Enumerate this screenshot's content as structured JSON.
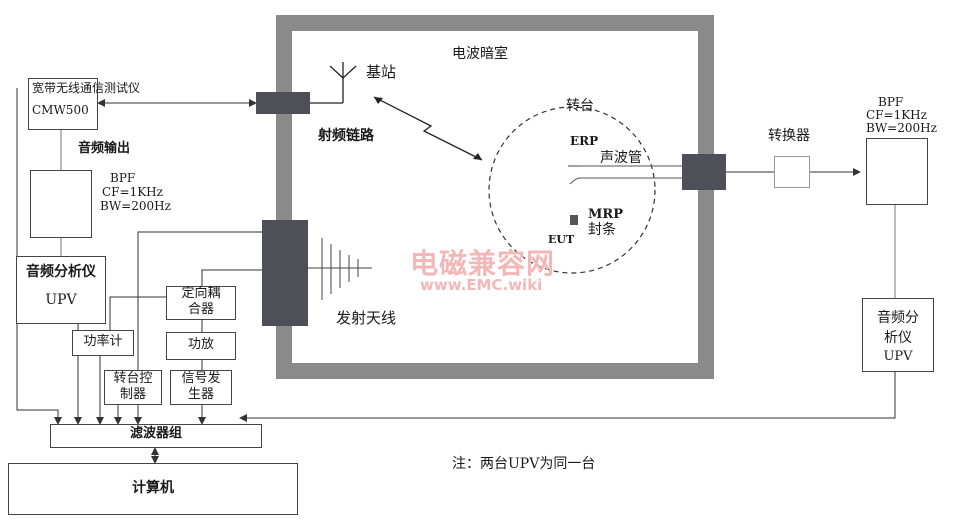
{
  "chamber": {
    "label": "电波暗室"
  },
  "base_station": {
    "label": "基站"
  },
  "rf_link": {
    "label": "射频链路"
  },
  "turntable": {
    "label": "转台"
  },
  "erp": {
    "label": "ERP"
  },
  "acoustic_tube": {
    "label": "声波管"
  },
  "mrp": {
    "label": "MRP"
  },
  "seal": {
    "label": "封条"
  },
  "eut": {
    "label": "EUT"
  },
  "tx_antenna": {
    "label": "发射天线"
  },
  "converter": {
    "label": "转换器"
  },
  "tester": {
    "line1": "宽带无线通信测试仪",
    "line2": "CMW500"
  },
  "audio_output": {
    "label": "音频输出"
  },
  "bpf_left": {
    "line1": "BPF",
    "line2": "CF=1KHz",
    "line3": "BW=200Hz"
  },
  "bpf_right": {
    "line1": "BPF",
    "line2": "CF=1KHz",
    "line3": "BW=200Hz"
  },
  "analyzer_left": {
    "line1": "音频分析仪",
    "line2": "UPV"
  },
  "analyzer_right": {
    "line1": "音频分",
    "line2": "析仪",
    "line3": "UPV"
  },
  "coupler": {
    "line1": "定向耦",
    "line2": "合器"
  },
  "power_meter": {
    "label": "功率计"
  },
  "amplifier": {
    "label": "功放"
  },
  "turntable_ctrl": {
    "line1": "转台控",
    "line2": "制器"
  },
  "signal_gen": {
    "line1": "信号发",
    "line2": "生器"
  },
  "filter_bank": {
    "label": "滤波器组"
  },
  "computer": {
    "label": "计算机"
  },
  "note": {
    "label": "注：两台UPV为同一台"
  },
  "watermark": {
    "line1": "电磁兼容网",
    "line2": "www.EMC.wiki"
  }
}
